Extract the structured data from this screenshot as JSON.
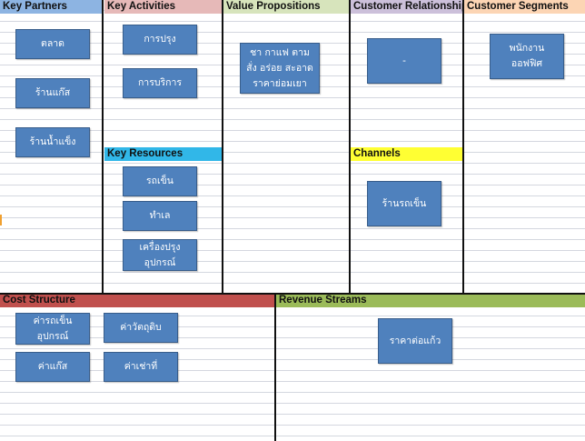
{
  "canvas": {
    "sections": {
      "key_partners": {
        "title": "Key Partners",
        "color": "#8db4e2"
      },
      "key_activities": {
        "title": "Key Activities",
        "color": "#e6b9b8"
      },
      "value_propositions": {
        "title": "Value Propositions",
        "color": "#d7e4bc"
      },
      "customer_relationships": {
        "title": "Customer Relationships",
        "color": "#ccc0da"
      },
      "customer_segments": {
        "title": "Customer Segments",
        "color": "#fcd5b4"
      },
      "key_resources": {
        "title": "Key Resources",
        "color": "#31b7e8"
      },
      "channels": {
        "title": "Channels",
        "color": "#ffff33"
      },
      "cost_structure": {
        "title": "Cost Structure",
        "color": "#c0504d"
      },
      "revenue_streams": {
        "title": "Revenue Streams",
        "color": "#9bbb59"
      }
    },
    "cards": {
      "partner_market": "ตลาด",
      "partner_gas_shop": "ร้านแก๊ส",
      "partner_ice_shop": "ร้านน้ำแข็ง",
      "activity_cooking": "การปรุง",
      "activity_service": "การบริการ",
      "value_main": "ชา กาแฟ ตาม\nสั่ง อร่อย สะอาด\nราคาย่อมเยา",
      "relationship_none": "-",
      "segment_office": "พนักงาน\nออฟฟิศ",
      "resource_cart": "รถเข็น",
      "resource_location": "ทำเล",
      "resource_equipment": "เครื่องปรุง\nอุปกรณ์",
      "channel_cart_shop": "ร้านรถเข็น",
      "cost_cart_equipment": "ค่ารถเข็น\nอุปกรณ์",
      "cost_ingredients": "ค่าวัตถุดิบ",
      "cost_gas": "ค่าแก๊ส",
      "cost_rent": "ค่าเช่าที่",
      "revenue_per_cup": "ราคาต่อแก้ว"
    },
    "card_color": "#4f81bd"
  }
}
